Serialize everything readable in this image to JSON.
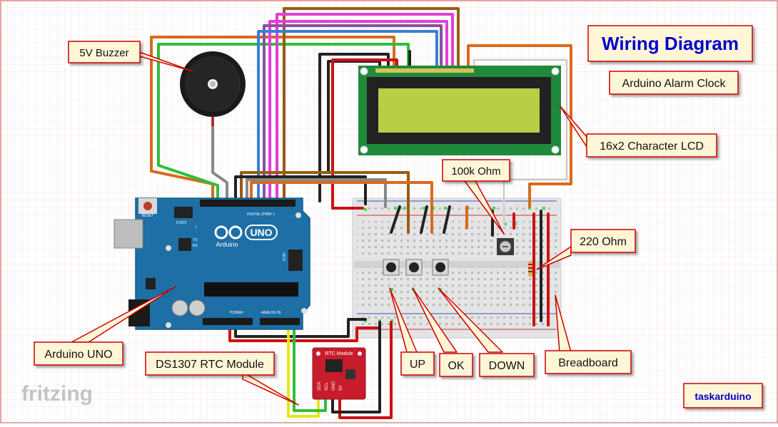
{
  "callouts": {
    "buzzer": "5V Buzzer",
    "title": "Wiring Diagram",
    "subtitle": "Arduino Alarm Clock",
    "lcd": "16x2 Character LCD",
    "pot": "100k Ohm",
    "resistor": "220 Ohm",
    "arduino": "Arduino UNO",
    "rtc": "DS1307 RTC Module",
    "up": "UP",
    "ok": "OK",
    "down": "DOWN",
    "breadboard": "Breadboard",
    "brand": "taskarduino"
  },
  "board": {
    "logo": "UNO",
    "brand": "Arduino",
    "reset": "RESET",
    "icsp2": "ICSP2",
    "icsp": "ICSP",
    "digital": "DIGITAL (PWM~)",
    "analog": "ANALOG IN",
    "power": "POWER",
    "led_l": "L",
    "led_tx": "TX",
    "led_rx": "RX"
  },
  "rtc_board": {
    "title": "RTC Module",
    "pins": [
      "SDA",
      "SCL",
      "GND",
      "5V"
    ]
  },
  "watermark": "fritzing",
  "colors": {
    "grid_line": "#f2c2c2",
    "callout_fill": "#fff6d8",
    "callout_border": "#cc0000",
    "title_text": "#0000cc",
    "arduino_blue": "#1d6fa5",
    "lcd_pcb": "#1f8a3b",
    "lcd_screen": "#b6cf45",
    "rtc_pcb": "#c71c2b",
    "wire_orange": "#d96a1d",
    "wire_green": "#2fbf3a",
    "wire_magenta": "#e23fd6",
    "wire_purple": "#8a4fa3",
    "wire_blue": "#3a7fd1",
    "wire_brown": "#9a5b14",
    "wire_black": "#222222",
    "wire_red": "#cc1111",
    "wire_yellow": "#e6e61a",
    "wire_grey": "#888888"
  }
}
